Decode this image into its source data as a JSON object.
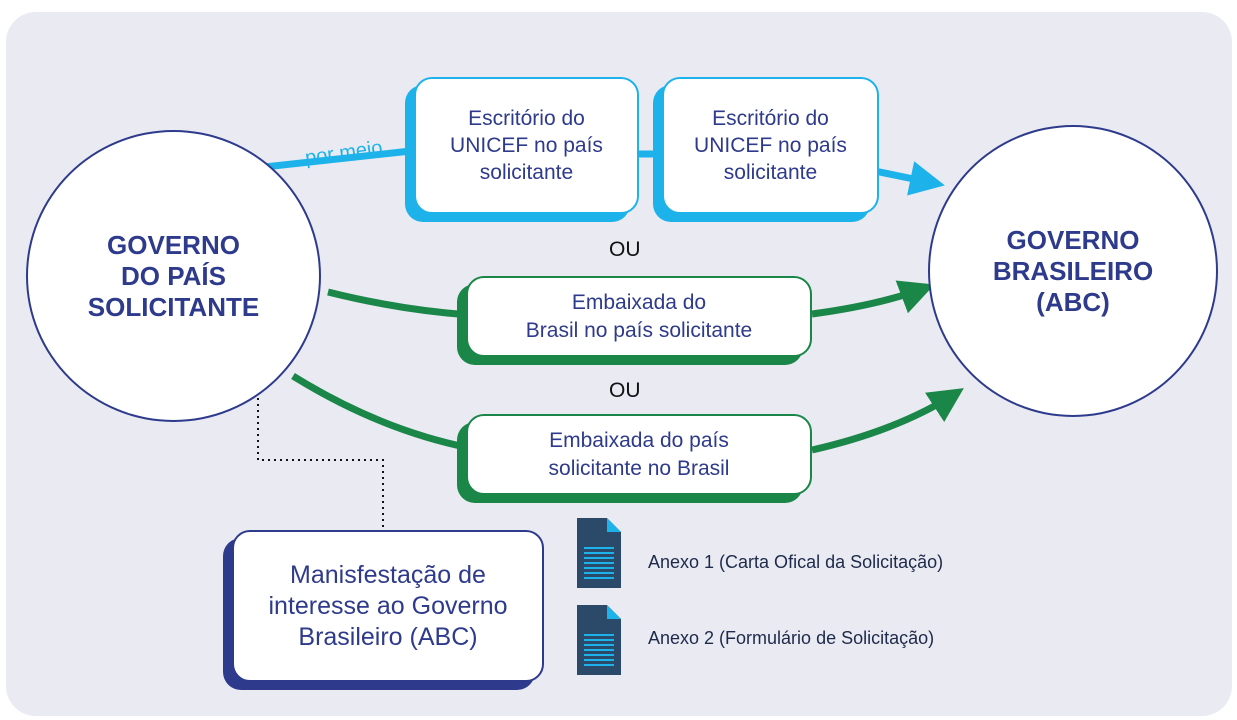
{
  "colors": {
    "panel": "#e9eaf2",
    "navy": "#2e3a8c",
    "cyan": "#1db3ea",
    "green": "#1a8648",
    "doc": "#2b4a6a",
    "doc_lines": "#1db3ea"
  },
  "nodes": {
    "requesting_gov": "GOVERNO\nDO PAÍS\nSOLICITANTE",
    "brazil_gov": "GOVERNO\nBRASILEIRO\n(ABC)"
  },
  "blue_path": {
    "label": "por meio",
    "box1": "Escritório do\nUNICEF no país\nsolicitante",
    "box2": "Escritório do\nUNICEF no país\nsolicitante"
  },
  "or_1": "OU",
  "or_2": "OU",
  "green_box1": "Embaixada do\nBrasil no país solicitante",
  "green_box2": "Embaixada do país\nsolicitante no Brasil",
  "manifest_box": "Manisfestação de\ninteresse ao Governo\nBrasileiro (ABC)",
  "annexes": [
    {
      "label": "Anexo 1 (Carta Ofical da Solicitação)",
      "icon": "document-icon"
    },
    {
      "label": "Anexo 2 (Formulário de Solicitação)",
      "icon": "document-icon"
    }
  ]
}
